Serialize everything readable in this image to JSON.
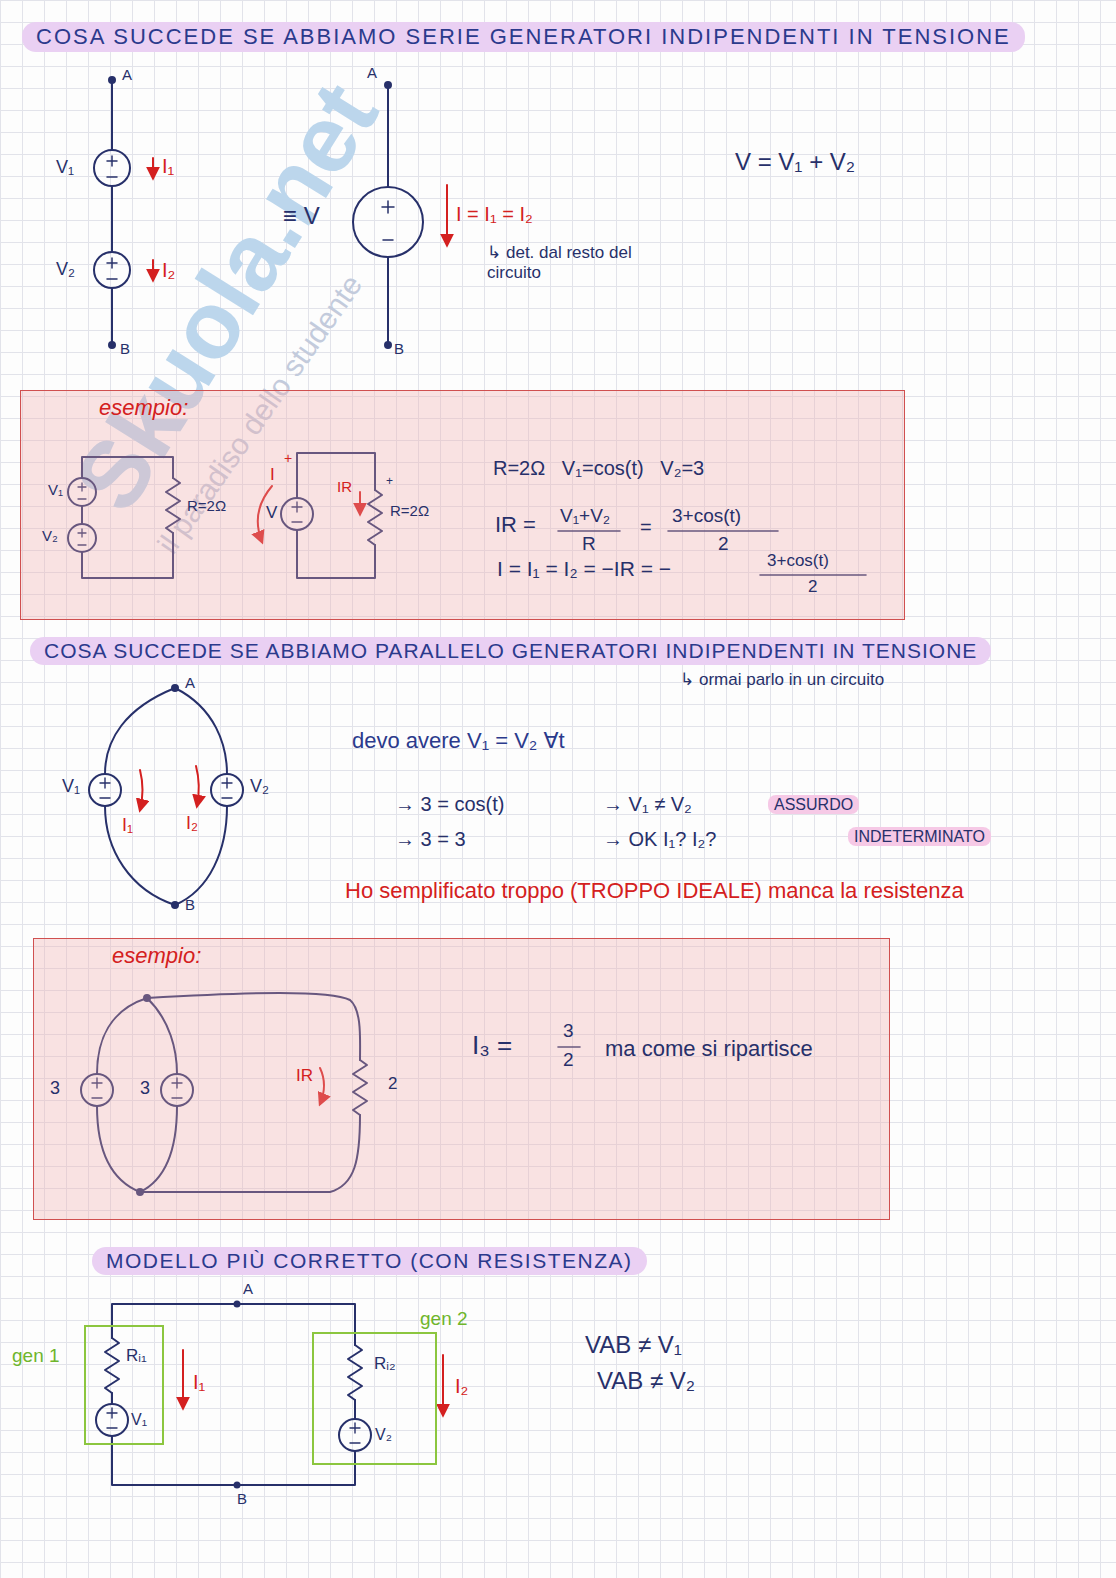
{
  "diagram": {
    "nodes": [
      {
        "text": [
          "COSA SUCCEDE SE ABBIAMO SERIE GENERATORI INDIPENDENTI IN TENSIONE"
        ]
      },
      {
        "text": [
          "esempio:"
        ]
      },
      {
        "text": [
          "COSA SUCCEDE SE ABBIAMO PARALLELO GENERATORI INDIPENDENTI IN TENSIONE"
        ]
      },
      {
        "text": [
          "esempio:"
        ]
      },
      {
        "text": [
          "MODELLO PIÙ CORRETTO (CON RESISTENZA)"
        ]
      },
      {
        "text": [
          "gen 1"
        ]
      },
      {
        "text": [
          "gen 2"
        ]
      }
    ],
    "edges": [
      {
        "from": 5,
        "to": 6,
        "arrow": "none",
        "label": "A"
      },
      {
        "from": 5,
        "to": 6,
        "arrow": "none",
        "label": "B"
      }
    ],
    "labels": [
      "Skuola.net",
      "il paradiso dello studente",
      "A",
      "V₁",
      "I₁",
      "V₂",
      "I₂",
      "B",
      "≡ V",
      "A",
      "B",
      "I = I₁ = I₂",
      "↳ det. dal resto del circuito",
      "V = V₁ + V₂",
      "V₁",
      "V₂",
      "R=2Ω",
      "I",
      "+",
      "V",
      "IR",
      "+",
      "R=2Ω",
      "R=2Ω   V₁=cos(t)   V₂=3",
      "IR =",
      "V₁+V₂",
      "R",
      "=",
      "3+cos(t)",
      "2",
      "I = I₁ = I₂ = −IR = −",
      "3+cos(t)",
      "2",
      "↳ ormai parlo in un circuito",
      "A",
      "V₁",
      "V₂",
      "I₁",
      "I₂",
      "B",
      "devo avere V₁ = V₂ ∀t",
      "→ 3 = cos(t)",
      "→ V₁ ≠ V₂",
      "ASSURDO",
      "→ 3 = 3",
      "→ OK I₁? I₂?",
      "INDETERMINATO",
      "Ho semplificato troppo (TROPPO IDEALE) manca la resistenza",
      "3",
      "3",
      "IR",
      "2",
      "I₃ =",
      "3",
      "2",
      "ma come si ripartisce",
      "Rᵢ₁",
      "V₁",
      "I₁",
      "Rᵢ₂",
      "V₂",
      "I₂",
      "VAB ≠ V₁",
      "VAB ≠ V₂"
    ]
  }
}
